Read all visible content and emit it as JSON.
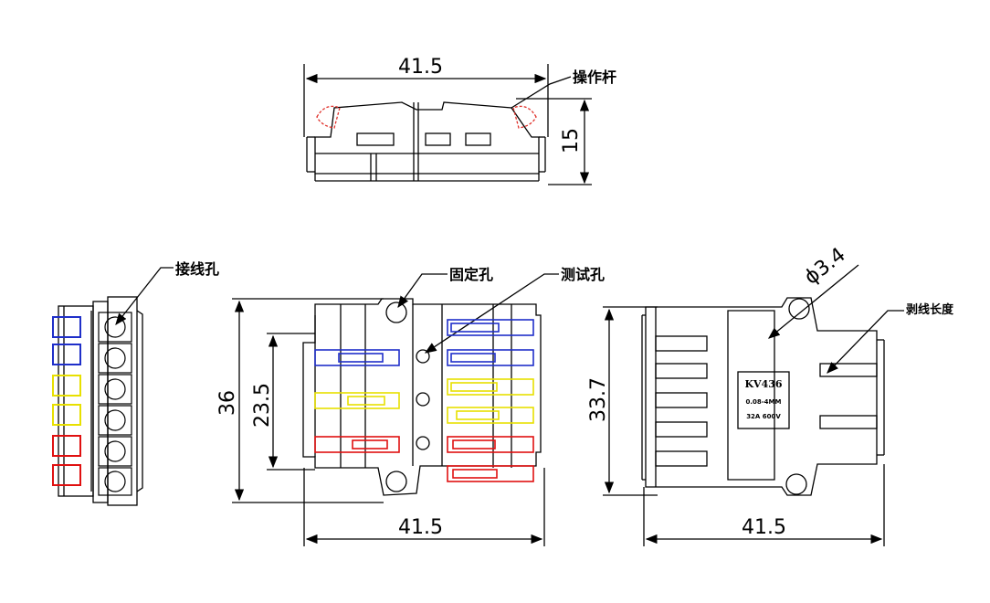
{
  "top_view": {
    "width_label": "41.5",
    "height_label": "15",
    "callout_lever": "操作杆"
  },
  "side_view": {
    "callout_wire_hole": "接线孔"
  },
  "front_view": {
    "callout_fixing_hole": "固定孔",
    "callout_test_hole": "测试孔",
    "height_outer_label": "36",
    "height_inner_label": "23.5",
    "width_label": "41.5"
  },
  "back_view": {
    "diameter_label": "ϕ3.4",
    "callout_strip_length": "剥线长度",
    "height_label": "33.7",
    "width_label": "41.5",
    "badge_model": "KV436",
    "badge_range": "0.08-4MM",
    "badge_rating": "32A 600V"
  },
  "colors": {
    "line": "#000000",
    "lever": "#e0302a",
    "blue": "#1f2fc9",
    "yellow": "#e8e000",
    "red": "#e01010"
  }
}
